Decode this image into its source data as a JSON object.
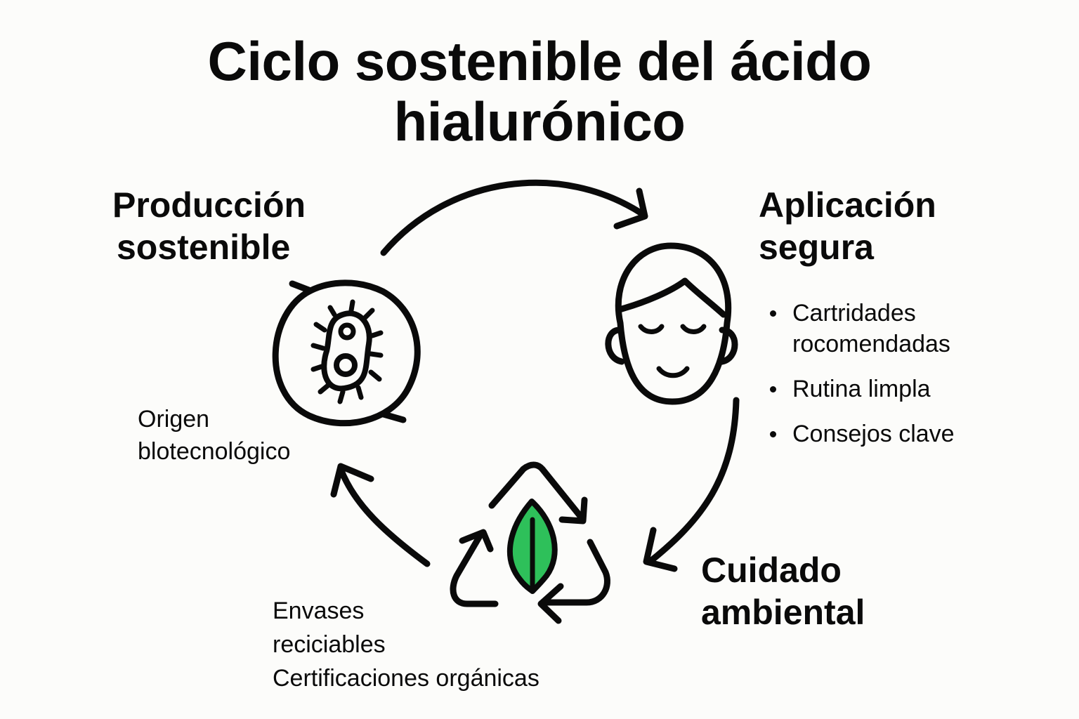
{
  "title": {
    "line1": "Ciclo sostenible del ácido",
    "line2": "hialurónico"
  },
  "stages": {
    "production": {
      "heading_line1": "Producción",
      "heading_line2": "sostenible",
      "label_line1": "Origen",
      "label_line2": "blotecnológico",
      "icon": "microorganism-icon"
    },
    "application": {
      "heading_line1": "Aplicación",
      "heading_line2": "segura",
      "icon": "face-icon",
      "bullets": [
        {
          "line1": "Cartridades",
          "line2": "rocomendadas"
        },
        {
          "line1": "Rutina limpla",
          "line2": ""
        },
        {
          "line1": "Consejos clave",
          "line2": ""
        }
      ]
    },
    "environment": {
      "heading_line1": "Cuidado",
      "heading_line2": "ambiental",
      "label_line1": "Envases",
      "label_line2": "reciciables",
      "label_line3": "Certificaciones orgánicas",
      "icon": "recycle-leaf-icon"
    }
  },
  "colors": {
    "stroke": "#0a0a0a",
    "leaf_green": "#2ec05a",
    "background": "#fcfcfa"
  }
}
